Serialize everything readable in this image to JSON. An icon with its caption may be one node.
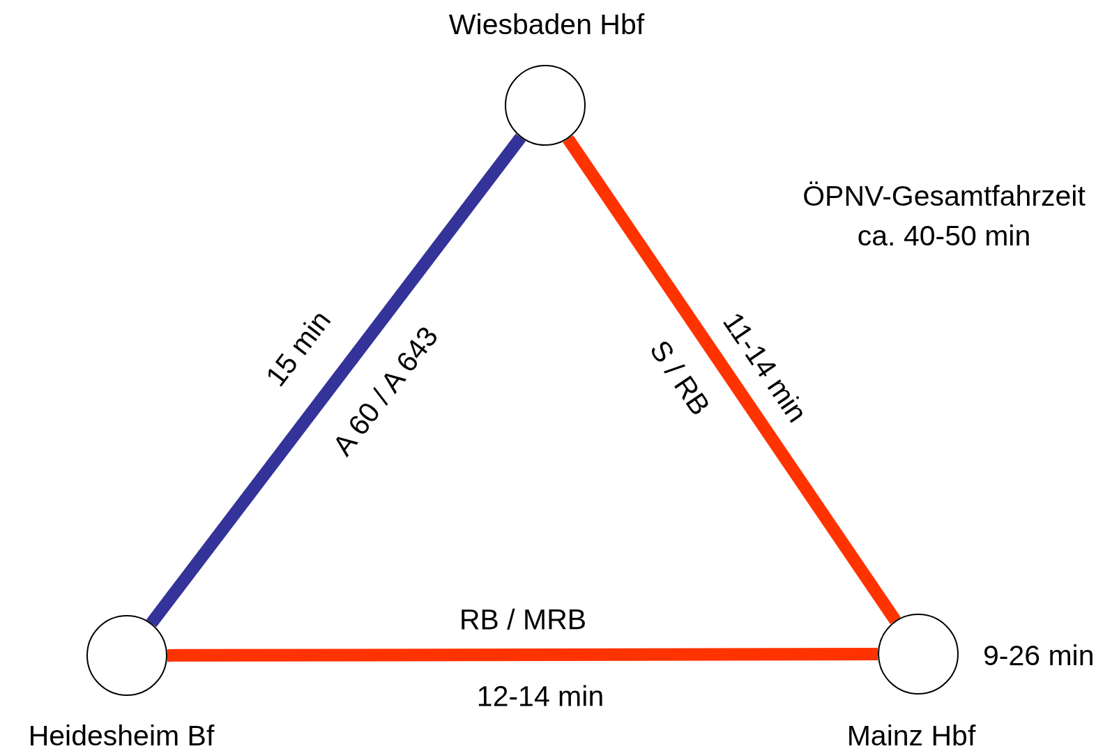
{
  "diagram": {
    "nodes": [
      {
        "text": [
          "Wiesbaden Hbf"
        ]
      },
      {
        "text": [
          "Heidesheim Bf"
        ]
      },
      {
        "text": [
          "Mainz Hbf"
        ],
        "beside": [
          "9-26 min"
        ]
      }
    ],
    "edges": [
      {
        "from": 0,
        "to": 1,
        "arrow": "none",
        "label": "A 60 / A 643",
        "color": "#333399"
      },
      {
        "from": 0,
        "to": 2,
        "arrow": "none",
        "label": "S / RB"
      },
      {
        "from": 1,
        "to": 2,
        "arrow": "none",
        "label": "RB / MRB"
      }
    ],
    "labels": [
      "ÖPNV-Gesamtfahrzeit ca. 40-50 min",
      "15 min",
      "11-14 min",
      "12-14 min"
    ]
  }
}
